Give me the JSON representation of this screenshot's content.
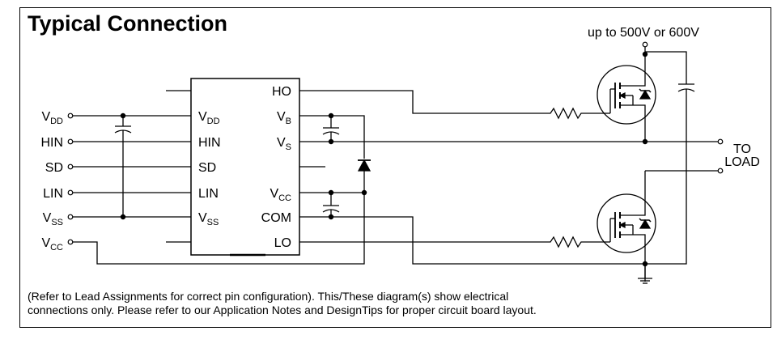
{
  "title": "Typical Connection",
  "note": {
    "line1": "(Refer to Lead Assignments for correct pin configuration). This/These diagram(s) show electrical",
    "line2": "connections only.  Please refer to our Application Notes and DesignTips for proper circuit board layout."
  },
  "hv_supply": "up to 500V or 600V",
  "to_load": {
    "line1": "TO",
    "line2": "LOAD"
  },
  "external_pins": [
    {
      "main": "V",
      "sub": "DD"
    },
    {
      "main": "HIN",
      "sub": ""
    },
    {
      "main": "SD",
      "sub": ""
    },
    {
      "main": "LIN",
      "sub": ""
    },
    {
      "main": "V",
      "sub": "SS"
    },
    {
      "main": "V",
      "sub": "CC"
    }
  ],
  "ic_left_pins": [
    {
      "main": "V",
      "sub": "DD"
    },
    {
      "main": "HIN",
      "sub": ""
    },
    {
      "main": "SD",
      "sub": ""
    },
    {
      "main": "LIN",
      "sub": ""
    },
    {
      "main": "V",
      "sub": "SS"
    }
  ],
  "ic_right_pins": [
    {
      "main": "HO",
      "sub": ""
    },
    {
      "main": "V",
      "sub": "B"
    },
    {
      "main": "V",
      "sub": "S"
    },
    {
      "main": "V",
      "sub": "CC"
    },
    {
      "main": "COM",
      "sub": ""
    },
    {
      "main": "LO",
      "sub": ""
    }
  ],
  "colors": {
    "ink": "#000000",
    "background": "#ffffff"
  }
}
